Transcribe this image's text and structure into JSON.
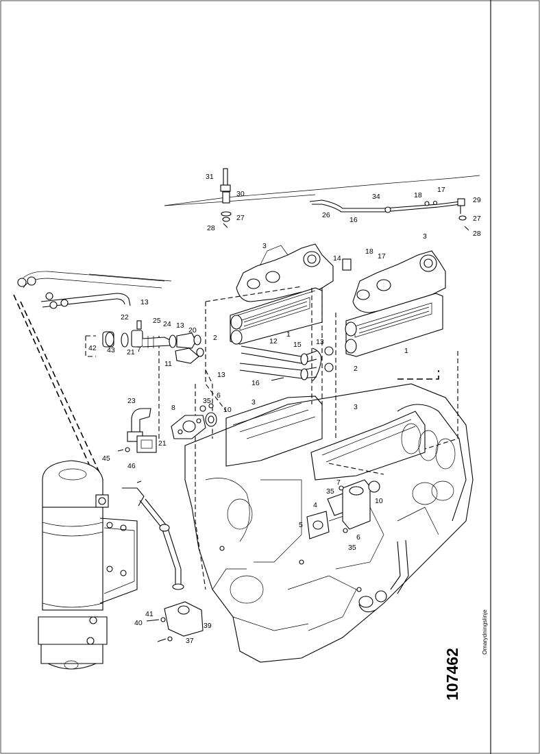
{
  "figure": {
    "number": "107462",
    "side_note": "Omarydningslinje"
  },
  "callouts": [
    {
      "id": "c31",
      "label": "31"
    },
    {
      "id": "c30",
      "label": "30"
    },
    {
      "id": "c27a",
      "label": "27"
    },
    {
      "id": "c28a",
      "label": "28"
    },
    {
      "id": "c34",
      "label": "34"
    },
    {
      "id": "c18a",
      "label": "18"
    },
    {
      "id": "c17a",
      "label": "17"
    },
    {
      "id": "c29",
      "label": "29"
    },
    {
      "id": "c26",
      "label": "26"
    },
    {
      "id": "c16a",
      "label": "16"
    },
    {
      "id": "c27b",
      "label": "27"
    },
    {
      "id": "c28b",
      "label": "28"
    },
    {
      "id": "c3a",
      "label": "3"
    },
    {
      "id": "c3b",
      "label": "3"
    },
    {
      "id": "c14",
      "label": "14"
    },
    {
      "id": "c18b",
      "label": "18"
    },
    {
      "id": "c17b",
      "label": "17"
    },
    {
      "id": "c13a",
      "label": "13"
    },
    {
      "id": "c22",
      "label": "22"
    },
    {
      "id": "c25",
      "label": "25"
    },
    {
      "id": "c24",
      "label": "24"
    },
    {
      "id": "c13b",
      "label": "13"
    },
    {
      "id": "c20",
      "label": "20"
    },
    {
      "id": "c2a",
      "label": "2"
    },
    {
      "id": "c1a",
      "label": "1"
    },
    {
      "id": "c12",
      "label": "12"
    },
    {
      "id": "c15",
      "label": "15"
    },
    {
      "id": "c13c",
      "label": "13"
    },
    {
      "id": "c1b",
      "label": "1"
    },
    {
      "id": "c2b",
      "label": "2"
    },
    {
      "id": "c42",
      "label": "42"
    },
    {
      "id": "c43",
      "label": "43"
    },
    {
      "id": "c21a",
      "label": "21"
    },
    {
      "id": "c7a",
      "label": "7"
    },
    {
      "id": "c11",
      "label": "11"
    },
    {
      "id": "c13d",
      "label": "13"
    },
    {
      "id": "c16b",
      "label": "16"
    },
    {
      "id": "c23",
      "label": "23"
    },
    {
      "id": "c35a",
      "label": "35"
    },
    {
      "id": "c6a",
      "label": "6"
    },
    {
      "id": "c8",
      "label": "8"
    },
    {
      "id": "c10a",
      "label": "10"
    },
    {
      "id": "c3c",
      "label": "3"
    },
    {
      "id": "c3d",
      "label": "3"
    },
    {
      "id": "c21b",
      "label": "21"
    },
    {
      "id": "c45",
      "label": "45"
    },
    {
      "id": "c46",
      "label": "46"
    },
    {
      "id": "c7b",
      "label": "7"
    },
    {
      "id": "c35b",
      "label": "35"
    },
    {
      "id": "c10b",
      "label": "10"
    },
    {
      "id": "c4",
      "label": "4"
    },
    {
      "id": "c5",
      "label": "5"
    },
    {
      "id": "c6b",
      "label": "6"
    },
    {
      "id": "c35c",
      "label": "35"
    },
    {
      "id": "c41",
      "label": "41"
    },
    {
      "id": "c40",
      "label": "40"
    },
    {
      "id": "c39",
      "label": "39"
    },
    {
      "id": "c37",
      "label": "37"
    }
  ]
}
